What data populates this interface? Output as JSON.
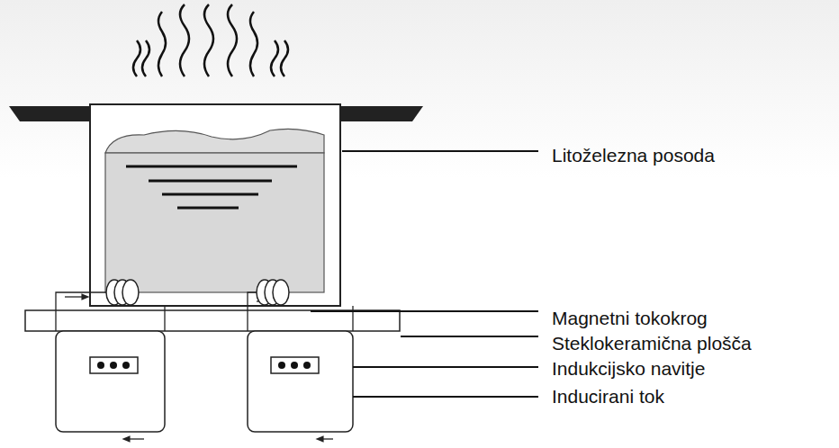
{
  "diagram": {
    "labels": [
      "Litoželezna posoda",
      "Magnetni tokokrog",
      "Steklokeramična plošča",
      "Indukcijsko navitje",
      "Inducirani tok"
    ]
  }
}
